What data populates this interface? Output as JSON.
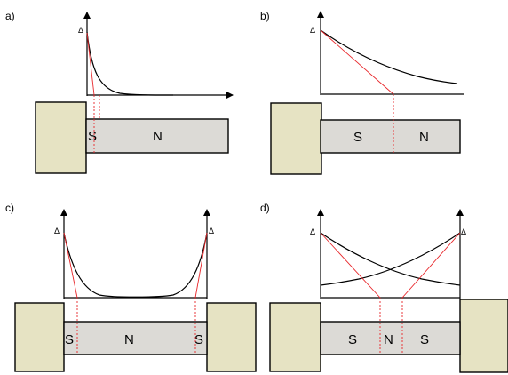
{
  "panels": {
    "a": {
      "label": "a)",
      "regions": [
        "S",
        "N"
      ],
      "axis_symbol": "Δ"
    },
    "b": {
      "label": "b)",
      "regions": [
        "S",
        "N"
      ],
      "axis_symbol": "Δ"
    },
    "c": {
      "label": "c)",
      "regions": [
        "S",
        "N",
        "S"
      ],
      "axis_symbol_left": "Δ",
      "axis_symbol_right": "Δ"
    },
    "d": {
      "label": "d)",
      "regions": [
        "S",
        "N",
        "S"
      ],
      "axis_symbol_left": "Δ",
      "axis_symbol_right": "Δ"
    }
  },
  "colors": {
    "electrode": "#e6e3c3",
    "bar": "#dcdad6",
    "guide_lines": "#e8262a",
    "curves": "#000000"
  }
}
